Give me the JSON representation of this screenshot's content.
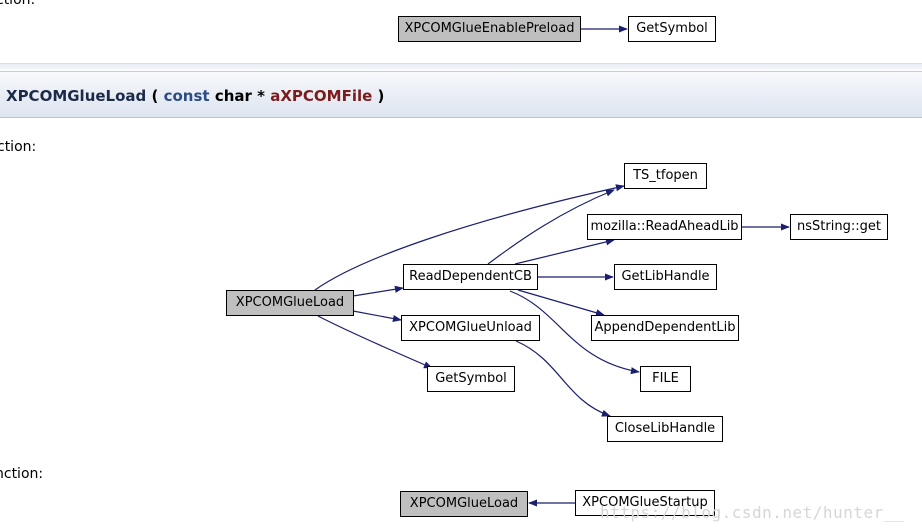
{
  "section_labels": {
    "top": "ction:",
    "middle": "ction:",
    "bottom": "nction:"
  },
  "prototype": {
    "name": "XPCOMGlueLoad",
    "open": "(",
    "kw": "const",
    "type": "char *",
    "param": "aXPCOMFile",
    "close": ")"
  },
  "graph_top": {
    "nodes": [
      {
        "id": "XPCOMGlueEnablePreload",
        "label": "XPCOMGlueEnablePreload",
        "root": true
      },
      {
        "id": "GetSymbol",
        "label": "GetSymbol",
        "root": false
      }
    ]
  },
  "graph_main": {
    "nodes": [
      {
        "id": "XPCOMGlueLoad",
        "label": "XPCOMGlueLoad",
        "root": true
      },
      {
        "id": "ReadDependentCB",
        "label": "ReadDependentCB",
        "root": false
      },
      {
        "id": "XPCOMGlueUnload",
        "label": "XPCOMGlueUnload",
        "root": false
      },
      {
        "id": "GetSymbol",
        "label": "GetSymbol",
        "root": false
      },
      {
        "id": "TS_tfopen",
        "label": "TS_tfopen",
        "root": false
      },
      {
        "id": "ReadAheadLib",
        "label": "mozilla::ReadAheadLib",
        "root": false
      },
      {
        "id": "nsStringGet",
        "label": "nsString::get",
        "root": false
      },
      {
        "id": "GetLibHandle",
        "label": "GetLibHandle",
        "root": false
      },
      {
        "id": "AppendDependentLib",
        "label": "AppendDependentLib",
        "root": false
      },
      {
        "id": "FILE",
        "label": "FILE",
        "root": false
      },
      {
        "id": "CloseLibHandle",
        "label": "CloseLibHandle",
        "root": false
      }
    ]
  },
  "graph_bottom": {
    "nodes": [
      {
        "id": "XPCOMGlueLoad",
        "label": "XPCOMGlueLoad",
        "root": true
      },
      {
        "id": "XPCOMGlueStartup",
        "label": "XPCOMGlueStartup",
        "root": false
      }
    ]
  },
  "watermark": "https://blog.csdn.net/hunter__",
  "colors": {
    "edge": "#1b1f6e",
    "root_fill": "#bfbfbf",
    "node_fill": "#ffffff"
  }
}
